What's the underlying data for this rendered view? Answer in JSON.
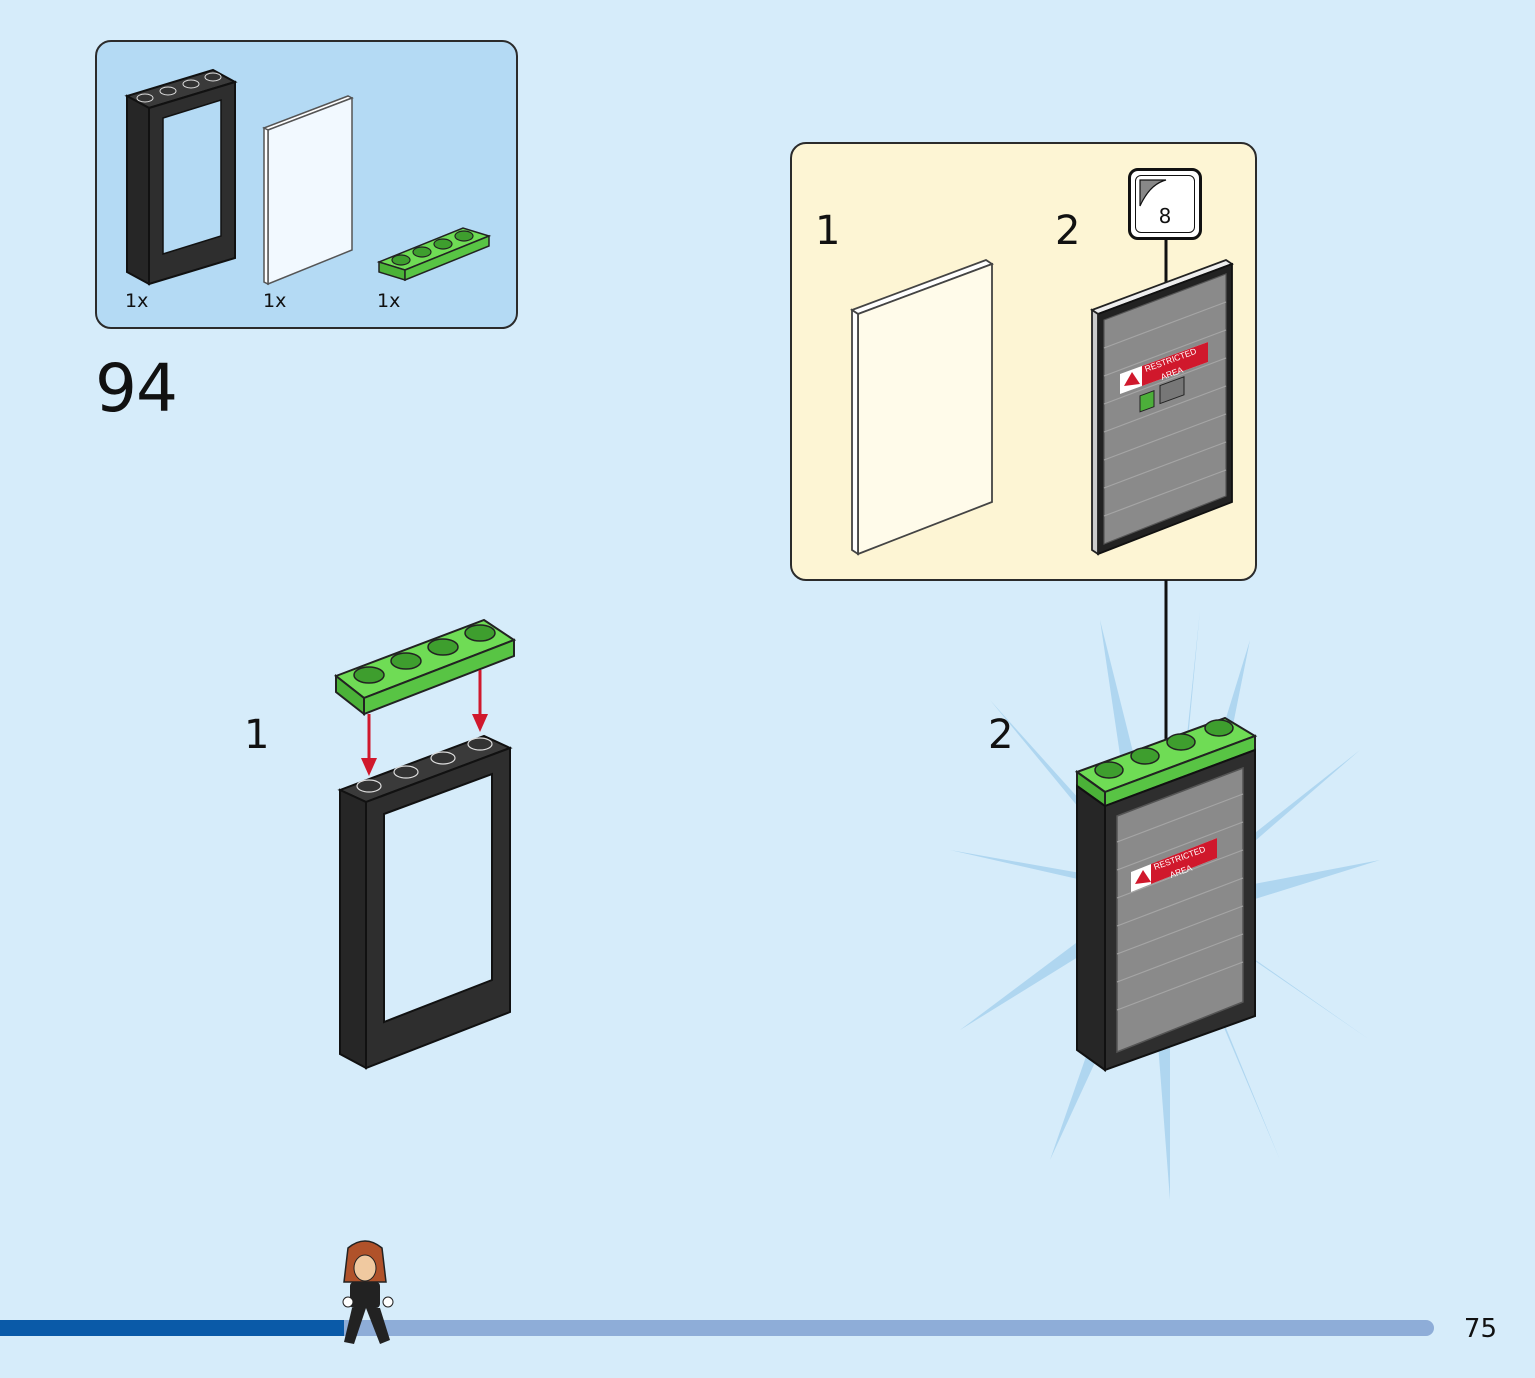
{
  "page": {
    "number": "75"
  },
  "step": {
    "number": "94"
  },
  "parts": [
    {
      "name": "door frame",
      "qty": "1x"
    },
    {
      "name": "transparent panel",
      "qty": "1x"
    },
    {
      "name": "green plate 1x4",
      "qty": "1x"
    }
  ],
  "substeps": {
    "main_1": "1",
    "main_2": "2",
    "callout_1": "1",
    "callout_2": "2"
  },
  "sticker": {
    "number": "8",
    "text_line1": "RESTRICTED",
    "text_line2": "AREA"
  },
  "colors": {
    "background": "#d6ecfa",
    "parts_box": "#b4daf4",
    "callout_box": "#fdf5d4",
    "brick_black": "#262626",
    "brick_green": "#5fcf4a",
    "arrow_red": "#d0182c",
    "progress_done": "#0a5aa8",
    "progress_remaining": "#8eadd8"
  },
  "progress": {
    "fraction": 0.24
  }
}
